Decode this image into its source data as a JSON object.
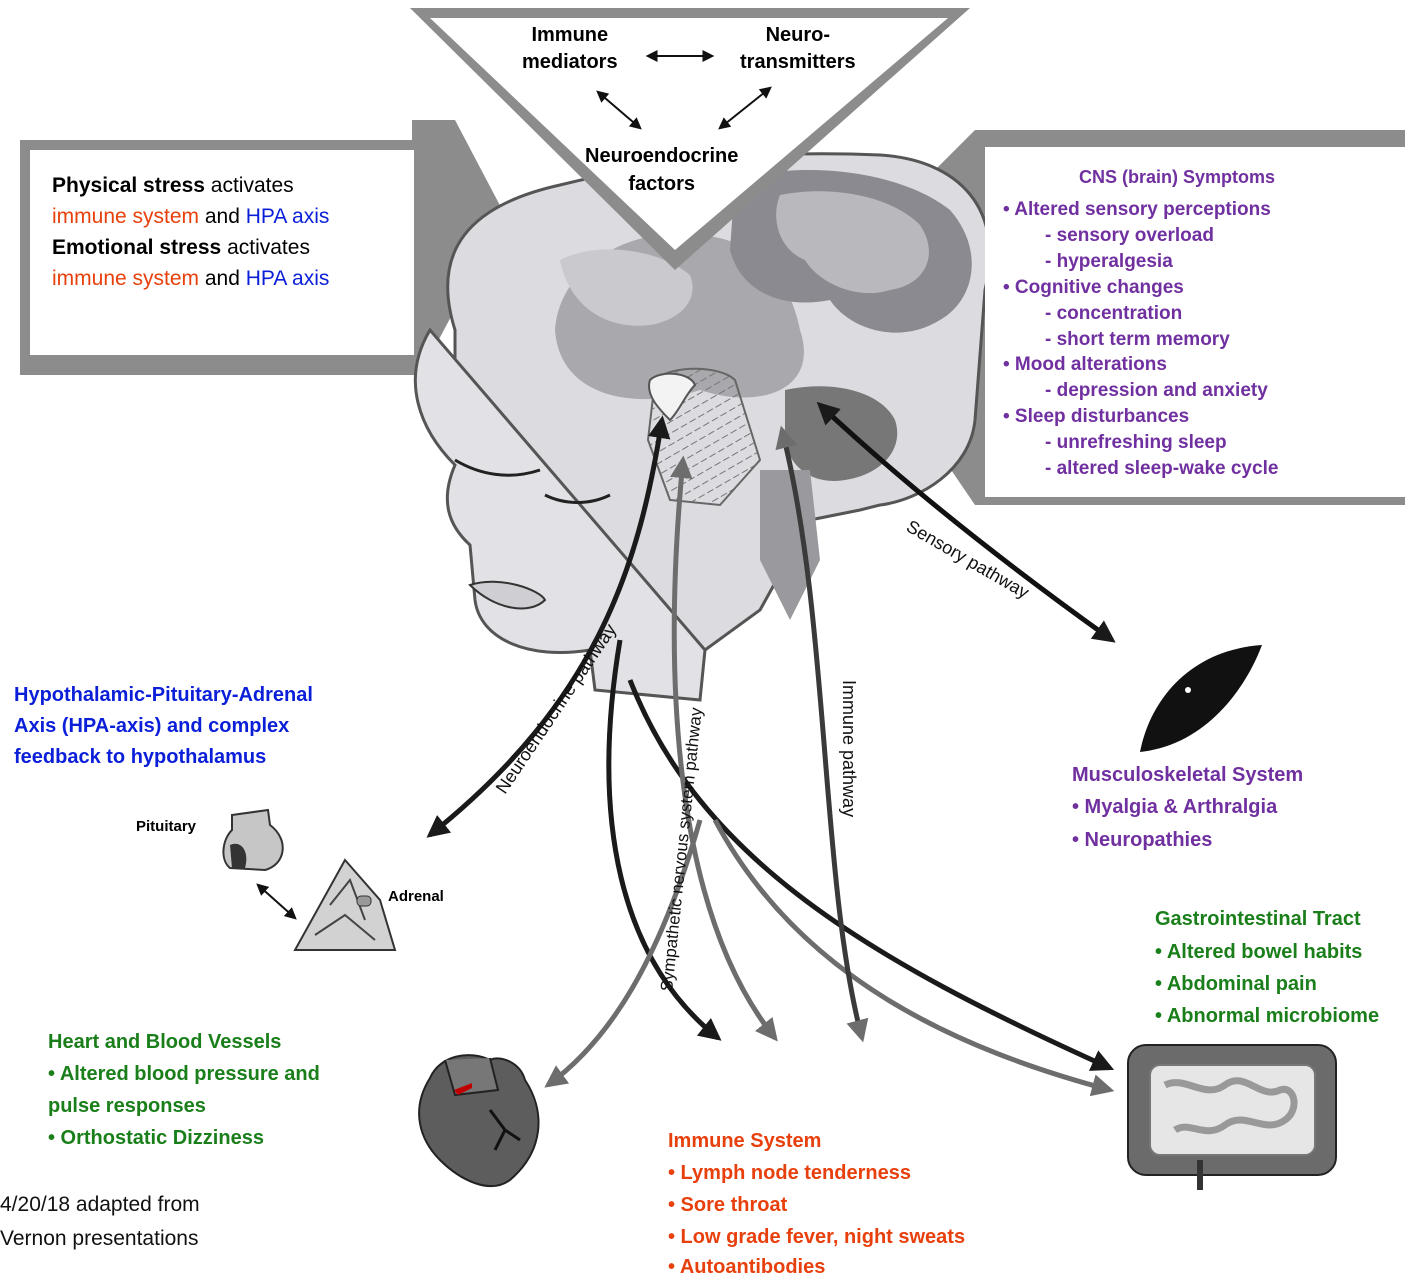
{
  "colors": {
    "purple": "#7030a0",
    "blue": "#0b1fd9",
    "green": "#1a7f1a",
    "red": "#e8400c",
    "gray_band": "#8c8c8c",
    "arrow_dark": "#1a1a1a",
    "arrow_gray": "#6d6d6d"
  },
  "triangle": {
    "immune_1": "Immune",
    "immune_2": "mediators",
    "neuro_1": "Neuro-",
    "neuro_2": "transmitters",
    "endo_1": "Neuroendocrine",
    "endo_2": "factors"
  },
  "stress_box": {
    "physical_bold": "Physical stress",
    "physical_rest": " activates",
    "immune_label": "immune system",
    "and": " and ",
    "hpa_label": "HPA axis",
    "emotional_bold": "Emotional stress",
    "emotional_rest": " activates"
  },
  "cns": {
    "title": "CNS (brain) Symptoms",
    "lines": [
      "• Altered sensory perceptions",
      "- sensory overload",
      "- hyperalgesia",
      "• Cognitive changes",
      "- concentration",
      "- short term memory",
      "• Mood alterations",
      "- depression and anxiety",
      "• Sleep disturbances",
      "- unrefreshing sleep",
      "- altered sleep-wake cycle"
    ]
  },
  "pathways": {
    "sensory": "Sensory pathway",
    "neuroendocrine": "Neuroendocrine pathway",
    "sympathetic": "Sympathetic  nervous  system pathway",
    "immune": "Immune pathway"
  },
  "hpa": {
    "line1": "Hypothalamic-Pituitary-Adrenal",
    "line2": "Axis (HPA-axis) and complex",
    "line3": "feedback to hypothalamus",
    "pituitary": "Pituitary",
    "adrenal": "Adrenal"
  },
  "musculoskeletal": {
    "title": "Musculoskeletal System",
    "item1": "• Myalgia & Arthralgia",
    "item2": "• Neuropathies"
  },
  "gi": {
    "title": "Gastrointestinal Tract",
    "item1": "• Altered bowel habits",
    "item2": "• Abdominal pain",
    "item3": "• Abnormal microbiome"
  },
  "heart": {
    "title": "Heart and Blood Vessels",
    "item1": "• Altered blood pressure and",
    "item2": "pulse responses",
    "item3": "• Orthostatic Dizziness"
  },
  "immune_system": {
    "title": "Immune System",
    "item1": "• Lymph node tenderness",
    "item2": "• Sore throat",
    "item3": "• Low grade fever, night sweats",
    "item4": "• Autoantibodies"
  },
  "footer": {
    "line1": "4/20/18 adapted from",
    "line2": "Vernon presentations"
  }
}
